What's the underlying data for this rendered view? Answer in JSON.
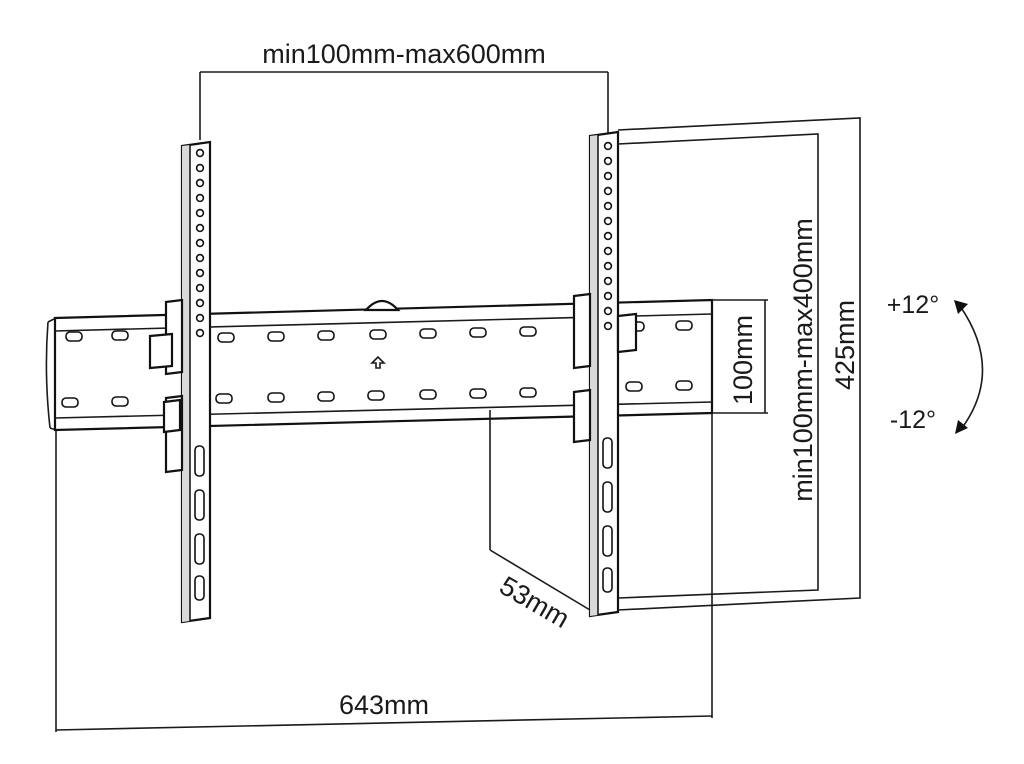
{
  "dimensions": {
    "vesa_horizontal": "min100mm-max600mm",
    "vesa_vertical": "min100mm-max400mm",
    "plate_height": "100mm",
    "arm_height": "425mm",
    "wall_distance": "53mm",
    "plate_width": "643mm"
  },
  "tilt": {
    "up": "+12°",
    "down": "-12°"
  }
}
